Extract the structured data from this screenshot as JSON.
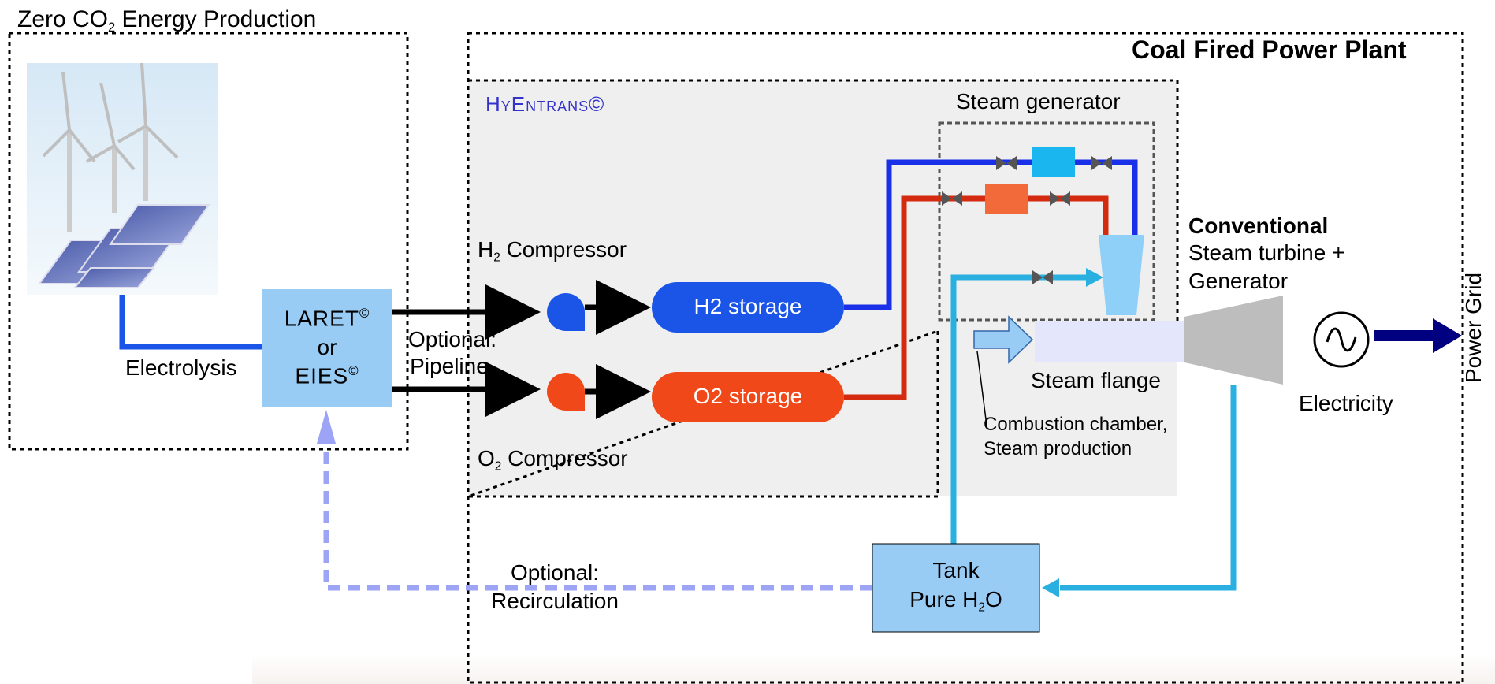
{
  "regions": {
    "zero_co2": {
      "title_pre": "Zero CO",
      "title_sub": "2",
      "title_post": " Energy Production"
    },
    "coal_plant": {
      "title": "Coal Fired Power Plant"
    },
    "hyentrans": {
      "title": "HyEntrans©"
    },
    "steam_generator": {
      "title": "Steam generator"
    }
  },
  "electrolyzer": {
    "line1": "LARET",
    "line1_sup": "©",
    "line2": "or",
    "line3": "EIES",
    "line3_sup": "©"
  },
  "labels": {
    "electrolysis": "Electrolysis",
    "optional_pipeline_1": "Optional:",
    "optional_pipeline_2": "Pipeline",
    "h2_compressor_pre": "H",
    "h2_compressor_sub": "2",
    "h2_compressor_post": " Compressor",
    "o2_compressor_pre": "O",
    "o2_compressor_sub": "2",
    "o2_compressor_post": " Compressor",
    "h2_storage": "H2 storage",
    "o2_storage": "O2 storage",
    "conventional": "Conventional",
    "steam_turbine": "Steam turbine +",
    "generator": "Generator",
    "steam_flange": "Steam flange",
    "combustion_1": "Combustion chamber,",
    "combustion_2": "Steam production",
    "electricity": "Electricity",
    "power_grid": "Power Grid",
    "optional_recirc_1": "Optional:",
    "optional_recirc_2": "Recirculation",
    "tank_1": "Tank",
    "tank_2_pre": "Pure H",
    "tank_2_sub": "2",
    "tank_2_post": "O"
  },
  "colors": {
    "h2_line": "#1a2fe8",
    "o2_line": "#d42a10",
    "h2_storage": "#1a55e8",
    "o2_storage": "#f04818",
    "water_line": "#29b0e0",
    "recirc_line": "#9da3f5",
    "box_fill": "#99ccf5",
    "hyentrans_bg": "#efefef",
    "hyentrans_title": "#3333cc",
    "grid_arrow": "#000080"
  }
}
